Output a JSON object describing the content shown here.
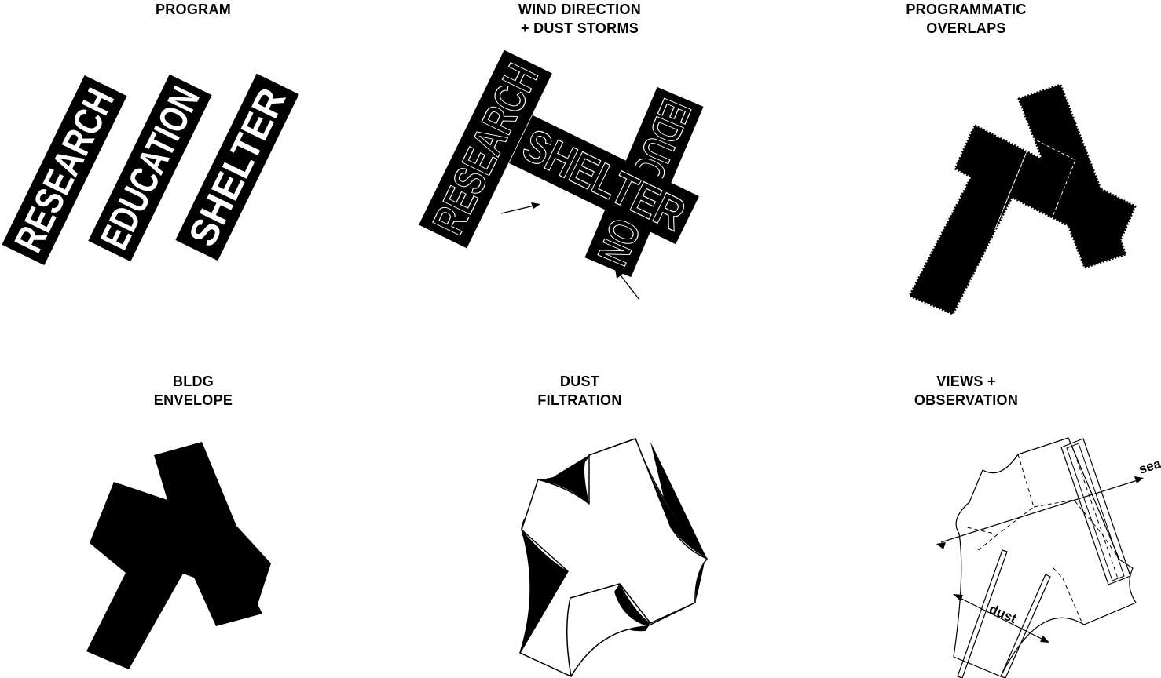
{
  "panels": [
    {
      "id": "program",
      "title": [
        "PROGRAM"
      ]
    },
    {
      "id": "wind",
      "title": [
        "WIND DIRECTION",
        "+ DUST STORMS"
      ]
    },
    {
      "id": "overlaps",
      "title": [
        "PROGRAMMATIC",
        "OVERLAPS"
      ]
    },
    {
      "id": "envelope",
      "title": [
        "BLDG",
        "ENVELOPE"
      ]
    },
    {
      "id": "filtration",
      "title": [
        "DUST",
        "FILTRATION"
      ]
    },
    {
      "id": "views",
      "title": [
        "VIEWS +",
        "OBSERVATION"
      ]
    }
  ],
  "program_blocks": [
    "RESEARCH",
    "EDUCATION",
    "SHELTER"
  ],
  "annotations": {
    "sea": "sea",
    "dust": "dust"
  },
  "colors": {
    "ink": "#000000",
    "paper": "#ffffff"
  }
}
